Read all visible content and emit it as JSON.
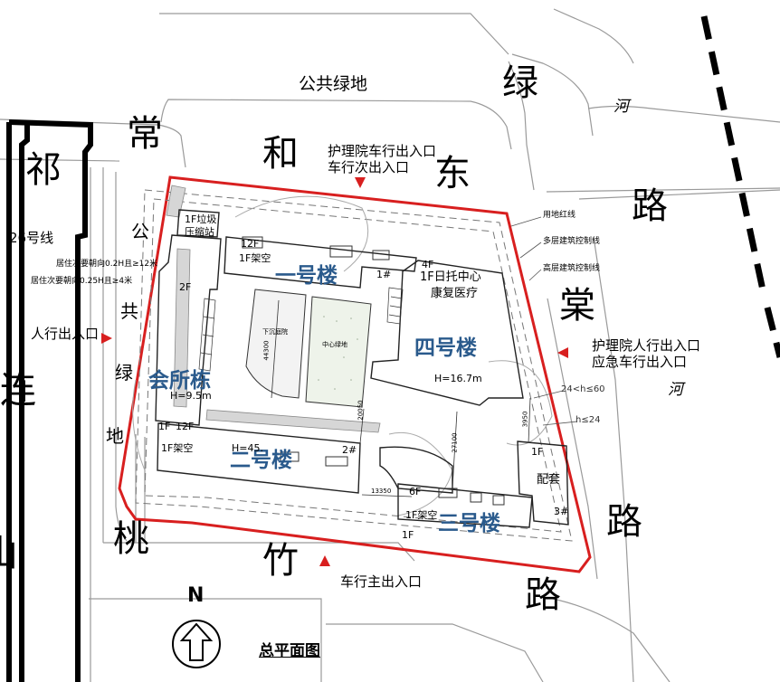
{
  "roads": {
    "changhe_chars": [
      "常",
      "和"
    ],
    "dong": "东",
    "lu_east": "路",
    "lv": "绿",
    "tang": "棠",
    "he_top": "河",
    "he_right": "河",
    "lu_right": "路",
    "taozhu_chars": [
      "桃",
      "竹"
    ],
    "lu_bottom": "路",
    "qi": "祁",
    "lian": "连",
    "shan_partial": "山",
    "gongong_lvdi_vertical": [
      "公",
      "共",
      "绿",
      "地"
    ]
  },
  "labels": {
    "public_green": "公共绿地",
    "nursing_car_entry": "护理院车行出入口",
    "secondary_car_entry": "车行次出入口",
    "pedestrian_entry": "人行出入口",
    "nursing_ped_entry": "护理院人行出入口",
    "emergency_car_entry": "应急车行出入口",
    "main_car_entry": "车行主出入口",
    "line_26": "26号线",
    "setback_1": "居住次要朝向0.2H且≥12米",
    "setback_2": "居住次要朝向0.25H且≥4米",
    "red_line": "用地红线",
    "multi_storey_line": "多层建筑控制线",
    "high_rise_line": "高层建筑控制线",
    "h_range_1": "24<h≤60",
    "h_range_2": "h≤24",
    "north": "N",
    "title": "总平面图"
  },
  "buildings": {
    "b1": "一号楼",
    "b2": "二号楼",
    "b3": "三号楼",
    "b4": "四号楼",
    "club": "会所栋"
  },
  "details": {
    "f1_garbage": "1F垃圾",
    "garbage_station": "压缩站",
    "f12_a": "12F",
    "f1_overhead_a": "1F架空",
    "no1": "1#",
    "f4": "4F",
    "day_care": "1F日托中心",
    "rehab": "康复医疗",
    "f2": "2F",
    "sunken_court": "下沉庭院",
    "center_green": "中心绿地",
    "dim_44300": "44300",
    "h_b4": "H=16.7m",
    "h_club": "H=9.5m",
    "dim_20050": "20050",
    "dim_27100": "27100",
    "dim_13350": "13350",
    "dim_3950": "3950",
    "f1_b": "1F",
    "f12_b": "12F",
    "f1_overhead_b": "1F架空",
    "h_b2": "H=45.",
    "no2": "2#",
    "f1_c": "1F",
    "support": "配套",
    "f6": "6F",
    "f1_overhead_c": "1F架空",
    "no3": "3#",
    "f1_d": "1F"
  },
  "colors": {
    "red_line": "#d81f1f",
    "building_text": "#2a5a8c",
    "road_line": "#999999",
    "rail": "#000000"
  }
}
